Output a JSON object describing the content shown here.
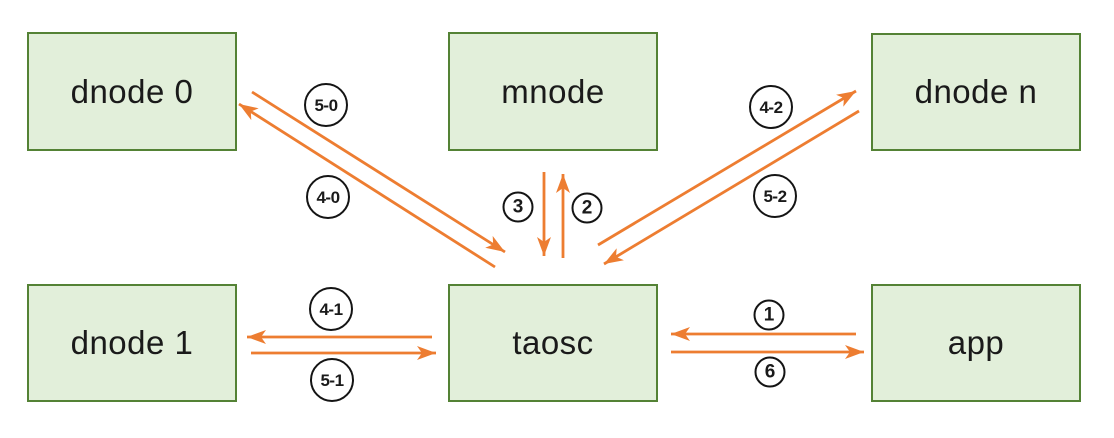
{
  "diagram": {
    "description": "Request flow diagram between app, taosc, mnode and dnodes",
    "nodes": {
      "dnode0": {
        "label": "dnode 0"
      },
      "mnode": {
        "label": "mnode"
      },
      "dnoden": {
        "label": "dnode n"
      },
      "dnode1": {
        "label": "dnode 1"
      },
      "taosc": {
        "label": "taosc"
      },
      "app": {
        "label": "app"
      }
    },
    "edges": [
      {
        "label": "1",
        "from": "app",
        "to": "taosc"
      },
      {
        "label": "2",
        "from": "taosc",
        "to": "mnode"
      },
      {
        "label": "3",
        "from": "mnode",
        "to": "taosc"
      },
      {
        "label": "4-0",
        "from": "taosc",
        "to": "dnode 0"
      },
      {
        "label": "5-0",
        "from": "dnode 0",
        "to": "taosc"
      },
      {
        "label": "4-1",
        "from": "taosc",
        "to": "dnode 1"
      },
      {
        "label": "5-1",
        "from": "dnode 1",
        "to": "taosc"
      },
      {
        "label": "4-2",
        "from": "taosc",
        "to": "dnode n"
      },
      {
        "label": "5-2",
        "from": "dnode n",
        "to": "taosc"
      },
      {
        "label": "6",
        "from": "taosc",
        "to": "app"
      }
    ],
    "edge_labels": {
      "e1": "1",
      "e2": "2",
      "e3": "3",
      "e6": "6",
      "e40": "4-0",
      "e50": "5-0",
      "e41": "4-1",
      "e51": "5-1",
      "e42": "4-2",
      "e52": "5-2"
    },
    "colors": {
      "node_fill": "#e2efda",
      "node_border": "#548235",
      "arrow": "#ed7d31",
      "label_text": "#1a1a1a",
      "circle_border": "#141414",
      "background": "#ffffff"
    }
  }
}
